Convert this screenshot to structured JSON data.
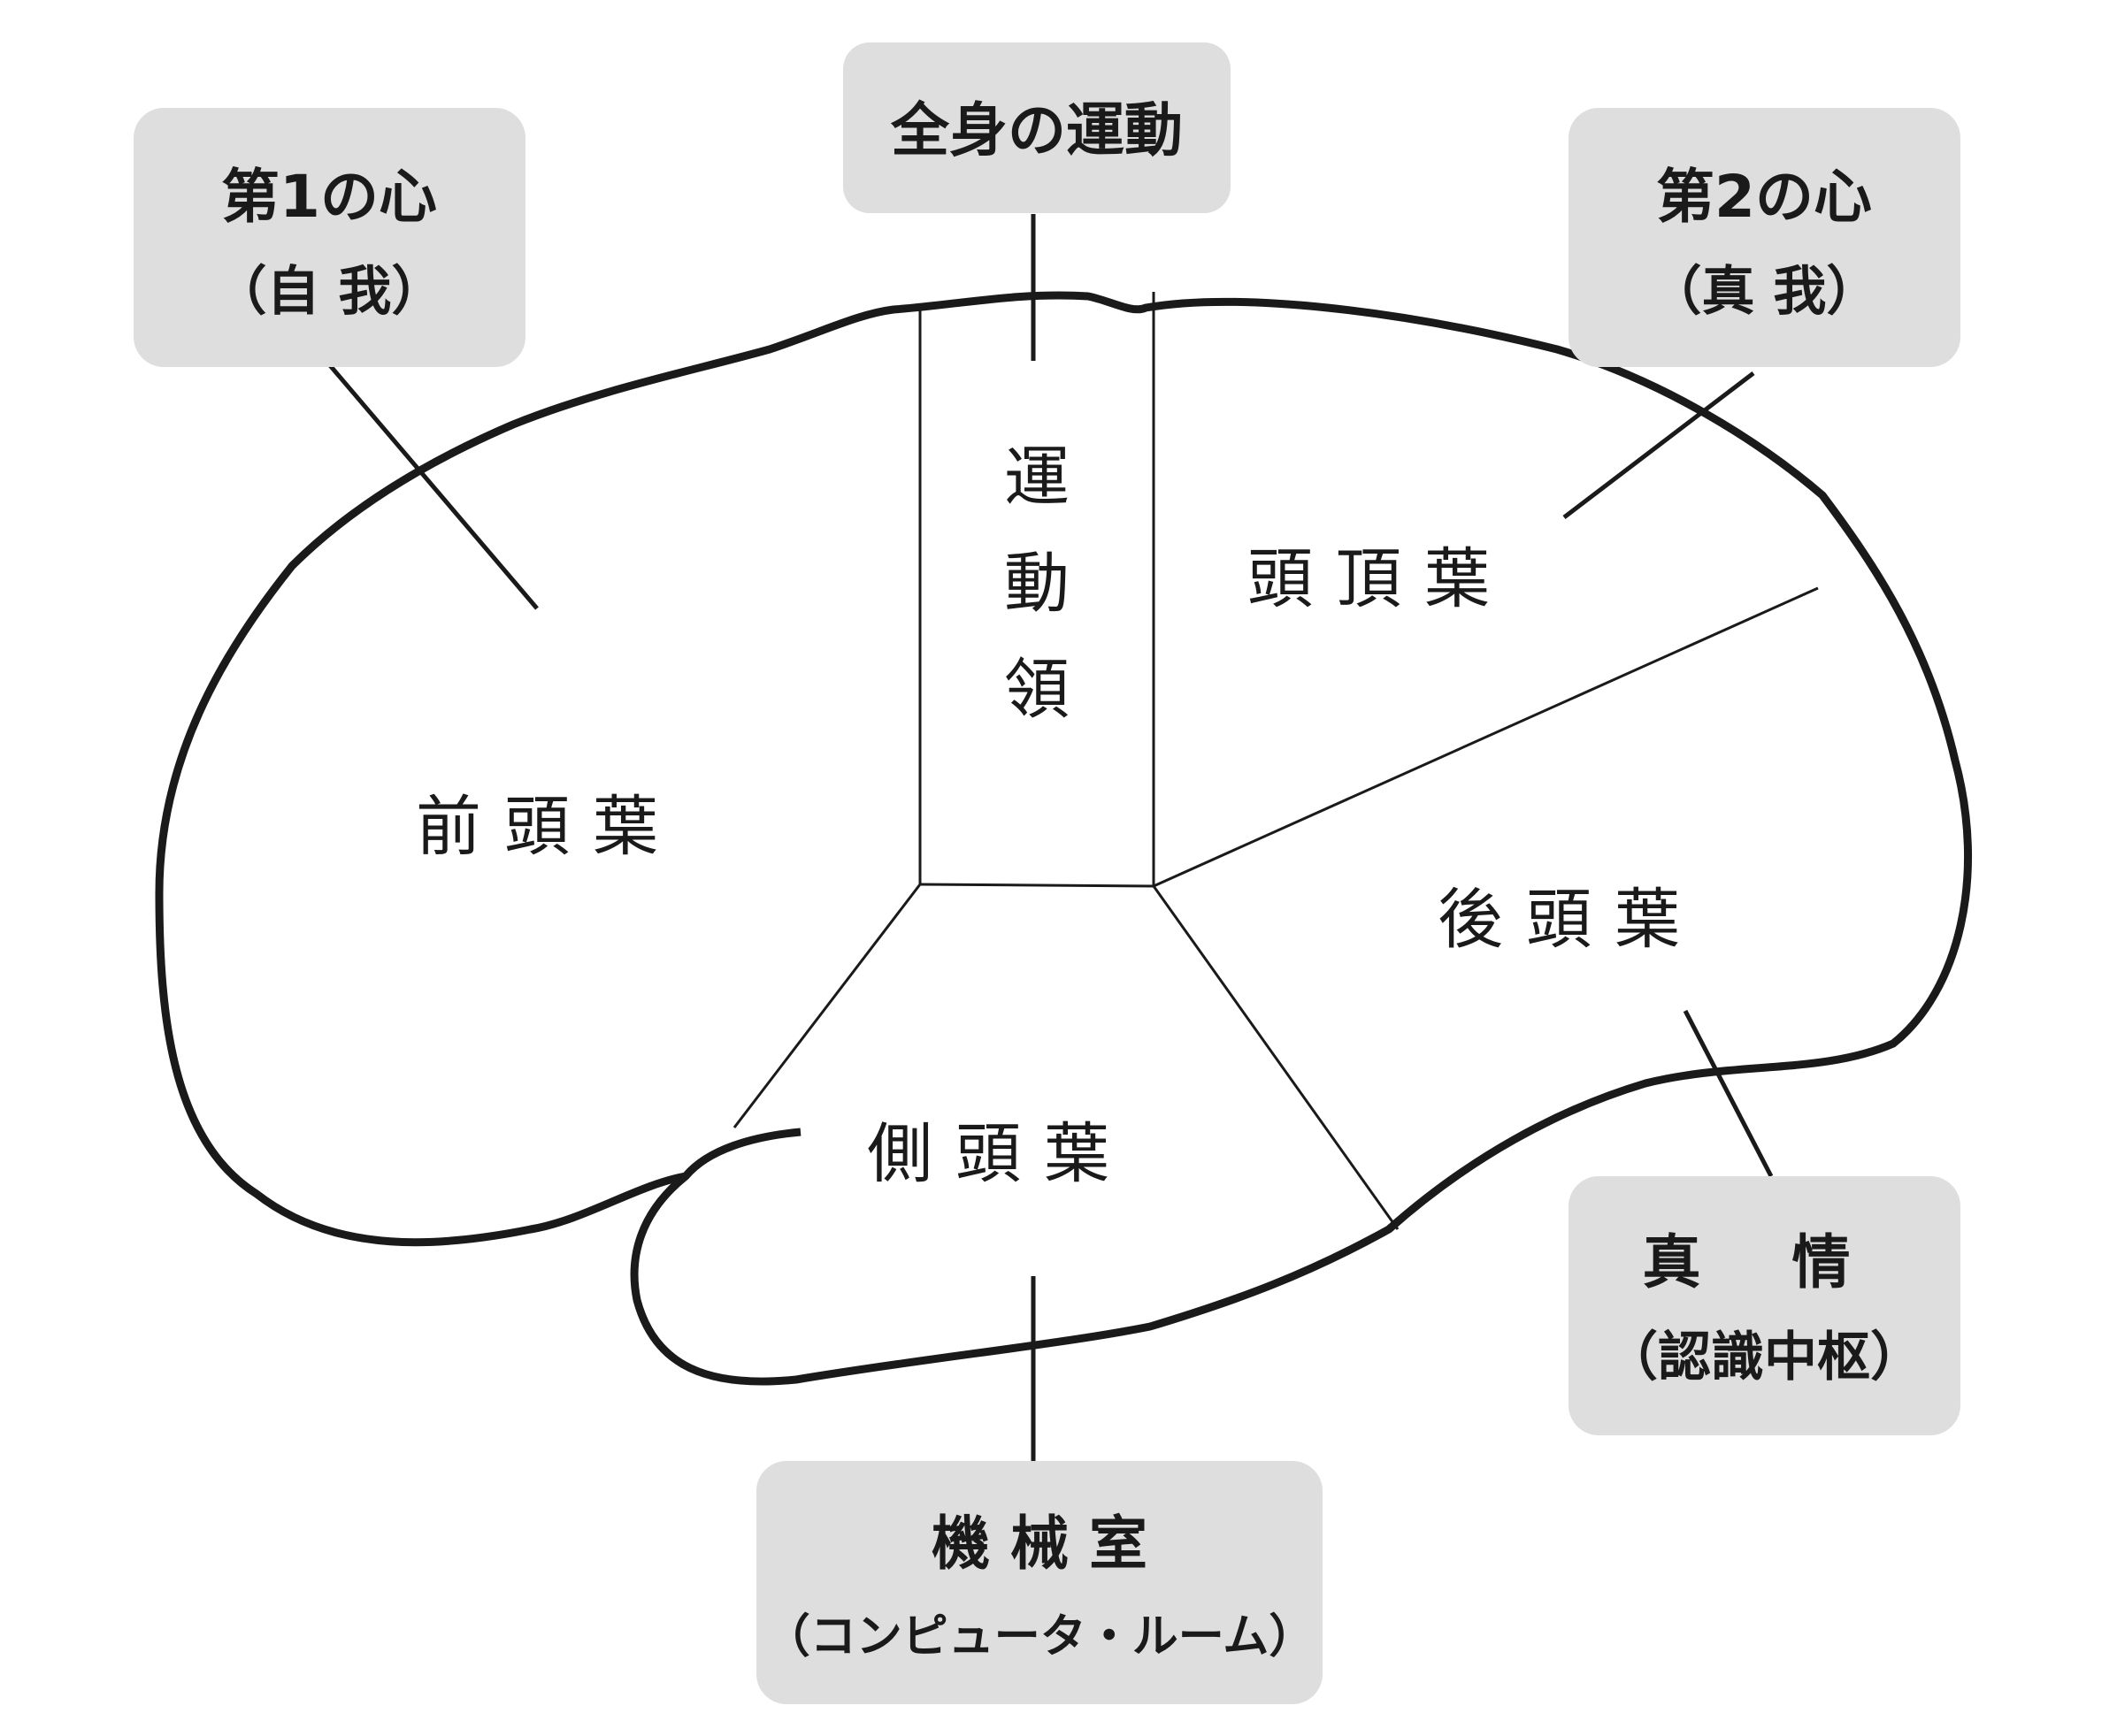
{
  "lobes": {
    "frontal": "前頭葉",
    "motor": [
      "運",
      "動",
      "領"
    ],
    "parietal": "頭頂葉",
    "occipital": "後頭葉",
    "temporal": "側頭葉"
  },
  "callouts": {
    "first_mind": {
      "title": "第1の心",
      "sub": "（自 我）"
    },
    "whole_body": {
      "title": "全身の運動"
    },
    "second_mind": {
      "title": "第2の心",
      "sub": "（真 我）"
    },
    "true_emotion": {
      "title": "真 情",
      "sub": "（認識中枢）"
    },
    "machine_room": {
      "title": "機 械 室",
      "sub": "（コンピュータ・ルーム）"
    }
  },
  "colors": {
    "box_fill": "#dedede",
    "line": "#1a1a1a",
    "background": "#ffffff"
  }
}
